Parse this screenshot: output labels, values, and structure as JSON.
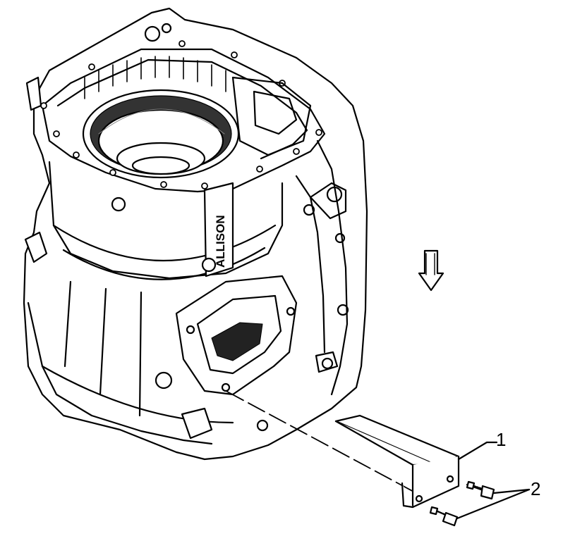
{
  "diagram": {
    "callouts": [
      {
        "id": "1",
        "label": "1"
      },
      {
        "id": "2",
        "label": "2"
      }
    ],
    "casting_text": "ALLISON",
    "colors": {
      "line": "#000000",
      "fill": "#ffffff",
      "shade": "#1a1a1a"
    },
    "icons": {
      "direction": "down-arrow-icon"
    }
  }
}
